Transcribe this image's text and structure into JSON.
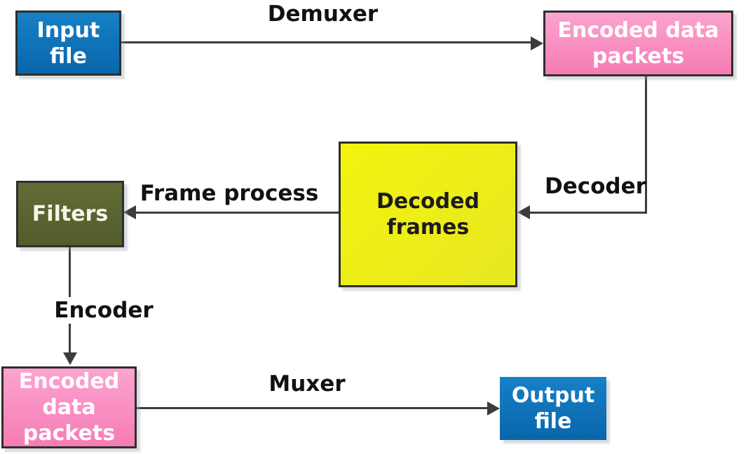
{
  "diagram": {
    "description": "Media transcoding pipeline flow diagram",
    "background_color": "#ffffff",
    "line_color": "#3c3c3c",
    "edge_label_color": "#111111",
    "nodes": [
      {
        "id": "input-file",
        "label": "Input\nfile",
        "fill": "#0e72b8",
        "text_color": "#ffffff",
        "bordered": true
      },
      {
        "id": "encoded-data-packets-top",
        "label": "Encoded data\npackets",
        "fill": "#f88bbd",
        "text_color": "#ffffff",
        "bordered": true
      },
      {
        "id": "decoded-frames",
        "label": "Decoded\nframes",
        "fill": "#eeee15",
        "text_color": "#1c1c1c",
        "bordered": true
      },
      {
        "id": "filters",
        "label": "Filters",
        "fill": "#5a6332",
        "text_color": "#f5f5ea",
        "bordered": true
      },
      {
        "id": "encoded-data-packets-bottom",
        "label": "Encoded\ndata\npackets",
        "fill": "#f88bbd",
        "text_color": "#ffffff",
        "bordered": true
      },
      {
        "id": "output-file",
        "label": "Output\nfile",
        "fill": "#0e72b8",
        "text_color": "#ffffff",
        "bordered": false
      }
    ],
    "edges": [
      {
        "id": "demuxer",
        "label": "Demuxer",
        "from": "input-file",
        "to": "encoded-data-packets-top"
      },
      {
        "id": "decoder",
        "label": "Decoder",
        "from": "encoded-data-packets-top",
        "to": "decoded-frames"
      },
      {
        "id": "frame-process",
        "label": "Frame process",
        "from": "decoded-frames",
        "to": "filters"
      },
      {
        "id": "encoder",
        "label": "Encoder",
        "from": "filters",
        "to": "encoded-data-packets-bottom"
      },
      {
        "id": "muxer",
        "label": "Muxer",
        "from": "encoded-data-packets-bottom",
        "to": "output-file"
      }
    ]
  }
}
